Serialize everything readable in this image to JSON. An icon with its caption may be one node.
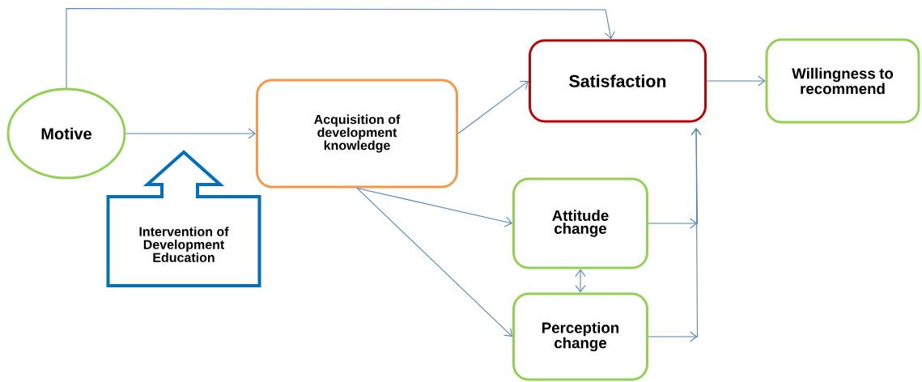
{
  "diagram": {
    "nodes": [
      {
        "text": [
          "Motive"
        ]
      },
      {
        "text": [
          "Intervention of Development Education"
        ]
      },
      {
        "text": [
          "Acquisition of development knowledge"
        ]
      },
      {
        "text": [
          "Satisfaction"
        ]
      },
      {
        "text": [
          "Willingness to recommend"
        ]
      },
      {
        "text": [
          "Attitude change"
        ]
      },
      {
        "text": [
          "Perception change"
        ]
      }
    ],
    "edges": [
      {
        "from": 0,
        "to": 2,
        "arrow": "to"
      },
      {
        "from": 0,
        "to": 3,
        "arrow": "to"
      },
      {
        "from": 2,
        "to": 3,
        "arrow": "to"
      },
      {
        "from": 2,
        "to": 5,
        "arrow": "to"
      },
      {
        "from": 2,
        "to": 6,
        "arrow": "to"
      },
      {
        "from": 3,
        "to": 4,
        "arrow": "to"
      },
      {
        "from": 5,
        "to": 6,
        "arrow": "both"
      },
      {
        "from": 5,
        "to": 3,
        "arrow": "to"
      },
      {
        "from": 6,
        "to": 3,
        "arrow": "to"
      }
    ]
  }
}
